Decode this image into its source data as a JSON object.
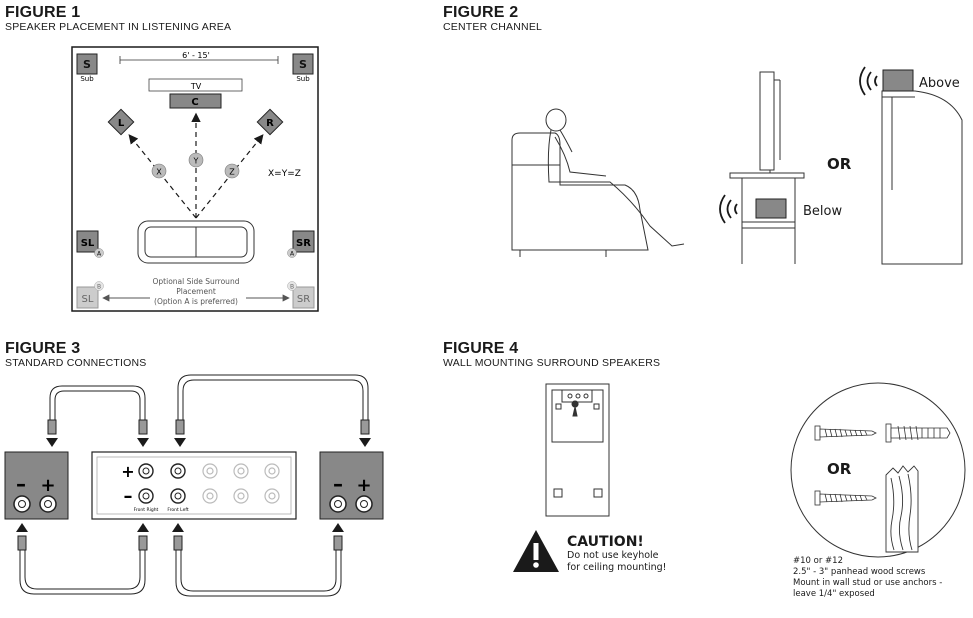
{
  "figure1": {
    "title": "FIGURE 1",
    "subtitle": "SPEAKER PLACEMENT IN LISTENING AREA",
    "distance": "6' - 15'",
    "tv": "TV",
    "center": "C",
    "left": "L",
    "right": "R",
    "sub_letter": "S",
    "sub_label": "Sub",
    "x": "X",
    "y": "Y",
    "z": "Z",
    "equation": "X=Y=Z",
    "sl": "SL",
    "sr": "SR",
    "option_a": "A",
    "option_b": "B",
    "note_line1": "Optional Side Surround",
    "note_line2": "Placement",
    "note_line3": "(Option A is preferred)"
  },
  "figure2": {
    "title": "FIGURE 2",
    "subtitle": "CENTER CHANNEL",
    "or": "OR",
    "below": "Below",
    "above": "Above"
  },
  "figure3": {
    "title": "FIGURE 3",
    "subtitle": "STANDARD CONNECTIONS",
    "minus": "–",
    "plus": "+",
    "front_right": "Front Right",
    "front_left": "Front Left"
  },
  "figure4": {
    "title": "FIGURE 4",
    "subtitle": "WALL MOUNTING SURROUND SPEAKERS",
    "caution": "CAUTION!",
    "caution_line1": "Do not use keyhole",
    "caution_line2": "for ceiling mounting!",
    "or": "OR",
    "screw_line1": "#10 or #12",
    "screw_line2": "2.5\" - 3\" panhead wood screws",
    "screw_line3": "Mount in wall stud or use anchors -",
    "screw_line4": "leave 1/4\" exposed"
  }
}
